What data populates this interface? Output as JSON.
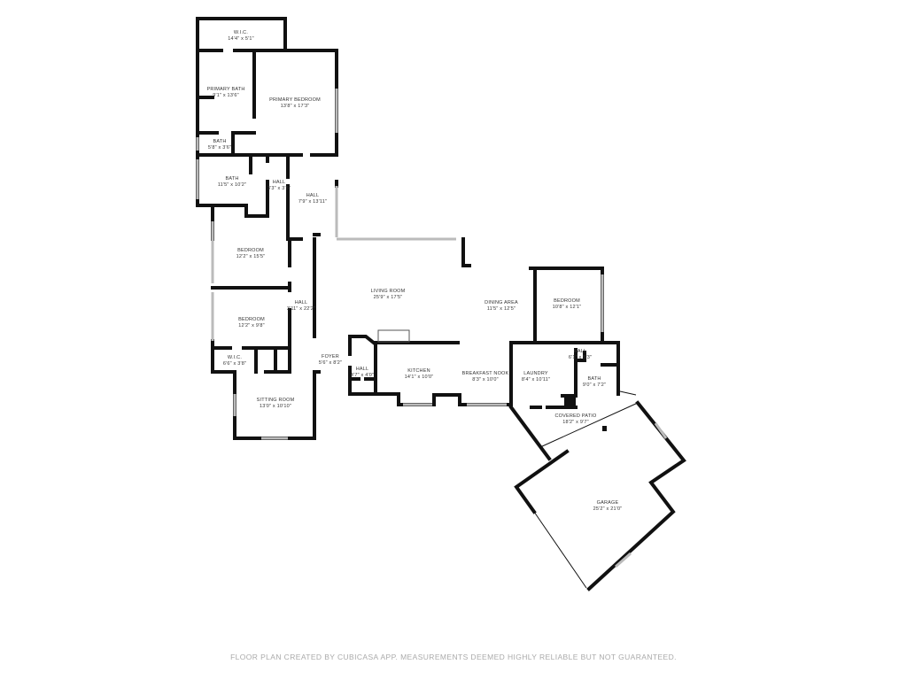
{
  "rooms": [
    {
      "name": "W.I.C.",
      "size": "14'4\" x 5'1\""
    },
    {
      "name": "PRIMARY BATH",
      "size": "9'1\" x 13'6\""
    },
    {
      "name": "PRIMARY BEDROOM",
      "size": "13'8\" x 17'3\""
    },
    {
      "name": "BATH",
      "size": "5'8\" x 3'6\""
    },
    {
      "name": "BATH",
      "size": "11'5\" x 10'2\""
    },
    {
      "name": "HALL",
      "size": "3'3\" x 3'5\""
    },
    {
      "name": "HALL",
      "size": "7'9\" x 13'11\""
    },
    {
      "name": "BEDROOM",
      "size": "12'2\" x 15'5\""
    },
    {
      "name": "HALL",
      "size": "3'11\" x 22'2\""
    },
    {
      "name": "BEDROOM",
      "size": "12'2\" x 9'8\""
    },
    {
      "name": "W.I.C.",
      "size": "6'6\" x 3'8\""
    },
    {
      "name": "SITTING ROOM",
      "size": "13'0\" x 10'10\""
    },
    {
      "name": "FOYER",
      "size": "5'6\" x 8'2\""
    },
    {
      "name": "HALL",
      "size": "4'7\" x 4'0\""
    },
    {
      "name": "LIVING ROOM",
      "size": "25'9\" x 17'5\""
    },
    {
      "name": "KITCHEN",
      "size": "14'1\" x 10'0\""
    },
    {
      "name": "DINING AREA",
      "size": "11'5\" x 12'5\""
    },
    {
      "name": "BREAKFAST NOOK",
      "size": "8'3\" x 10'0\""
    },
    {
      "name": "BEDROOM",
      "size": "10'8\" x 12'1\""
    },
    {
      "name": "LAUNDRY",
      "size": "8'4\" x 10'11\""
    },
    {
      "name": "HALL",
      "size": "6'1\" x 5'3\""
    },
    {
      "name": "BATH",
      "size": "9'0\" x 7'2\""
    },
    {
      "name": "COVERED PATIO",
      "size": "18'2\" x 9'7\""
    },
    {
      "name": "GARAGE",
      "size": "25'2\" x 21'0\""
    }
  ],
  "footer": "FLOOR PLAN CREATED BY CUBICASA APP. MEASUREMENTS DEEMED HIGHLY RELIABLE BUT NOT GUARANTEED."
}
